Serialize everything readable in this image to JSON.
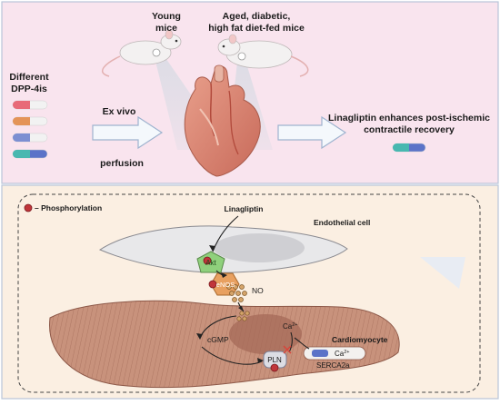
{
  "top_panel": {
    "young_label_1": "Young",
    "young_label_2": "mice",
    "aged_label_1": "Aged, diabetic,",
    "aged_label_2": "high fat diet-fed mice",
    "dpp_label_1": "Different",
    "dpp_label_2": "DPP-4is",
    "exvivo_label_1": "Ex vivo",
    "exvivo_label_2": "perfusion",
    "result_label_1": "Linagliptin enhances post-ischemic",
    "result_label_2": "contractile recovery"
  },
  "bottom_panel": {
    "legend_label": "– Phosphorylation",
    "linagliptin_label": "Linagliptin",
    "endothelial_label": "Endothelial cell",
    "akt_label": "Akt",
    "enos_label": "eNOS",
    "no_label": "NO",
    "cgmp_label": "cGMP",
    "pln_label": "PLN",
    "ca_label_1": "Ca",
    "ca_label_2": "Ca",
    "ca_superscript": "2+",
    "serca_label": "SERCA2a",
    "cardiomyocyte_label": "Cardiomyocyte"
  },
  "colors": {
    "top_bg": "#f9e4ee",
    "bottom_bg": "#fbefe2",
    "panel_border": "#b9c4d8",
    "arrow_fill": "#f4f8fc",
    "arrow_stroke": "#9fb3cf",
    "endothelial": "#e8e8ea",
    "cardiomyocyte": "#c8927c",
    "akt": "#8fd07c",
    "enos": "#e8a060",
    "phospho": "#c0353a",
    "heart": "#d98a78"
  },
  "capsules": [
    {
      "left": "#e86a78",
      "right": "#f2f2f2"
    },
    {
      "left": "#e49458",
      "right": "#f2f2f2"
    },
    {
      "left": "#7c8fd2",
      "right": "#f2f2f2"
    },
    {
      "left": "#48b8b0",
      "right": "#5b73c8"
    }
  ]
}
